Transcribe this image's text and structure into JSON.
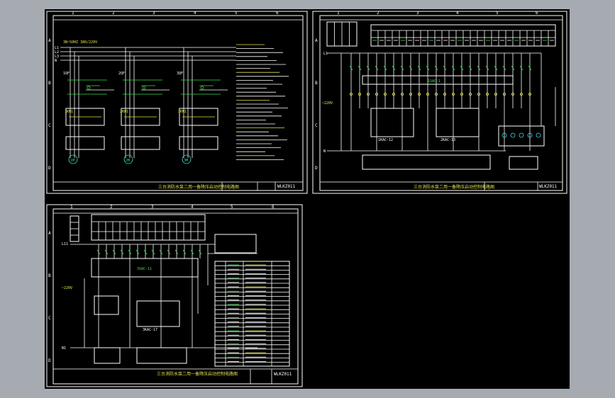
{
  "sheets": [
    {
      "id": "sheet-1",
      "title": "三台消防水泵二用一备降压启动控制电路图",
      "code": "WLKZ011",
      "supply_label": "3N~50HZ  380/220V",
      "phase_labels": [
        "L1",
        "L2",
        "L3",
        "N"
      ],
      "col_numbers": [
        "1",
        "2",
        "3",
        "4",
        "5",
        "6"
      ],
      "row_letters": [
        "A",
        "B",
        "C",
        "D"
      ],
      "motor_labels": [
        "1M",
        "2M",
        "3M"
      ],
      "qf_labels": [
        "1QF",
        "2QF",
        "3QF"
      ],
      "km_labels": [
        "1KM1",
        "2KM1",
        "3KM1"
      ]
    },
    {
      "id": "sheet-2",
      "title": "三台消防水泵二用一备降压启动控制电路图",
      "code": "WLKZ011",
      "col_numbers": [
        "1",
        "2",
        "3",
        "4",
        "5",
        "6"
      ],
      "row_letters": [
        "A",
        "B",
        "C",
        "D"
      ],
      "left_labels": [
        "L1",
        "~220V",
        "N"
      ],
      "bus_label": "1SAC-1",
      "module_label": "1KAC-12",
      "module_label_2": "2KAC-13"
    },
    {
      "id": "sheet-3",
      "title": "三台消防水泵二用一备降压启动控制电路图",
      "code": "WLKZ011",
      "col_numbers": [
        "1",
        "2",
        "3",
        "4",
        "5",
        "6"
      ],
      "row_letters": [
        "A",
        "B",
        "C",
        "D"
      ],
      "left_labels": [
        "L11",
        "~220V",
        "N1"
      ],
      "bus_label": "3SAC-11",
      "module_label": "3KAC-17"
    }
  ]
}
